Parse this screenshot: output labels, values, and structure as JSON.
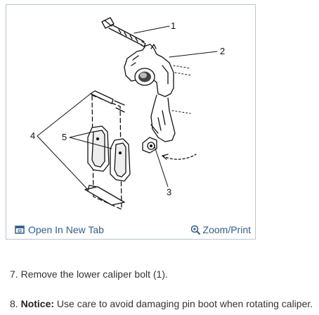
{
  "figure": {
    "callouts": {
      "c1": "1",
      "c2": "2",
      "c3": "3",
      "c4": "4",
      "c5": "5"
    },
    "toolbar": {
      "open_label": "Open In New Tab",
      "zoom_label": "Zoom/Print"
    },
    "icons": {
      "open": "open-new-tab-icon",
      "zoom": "magnifier-plus-icon"
    },
    "accent_color": "#2f5f88",
    "border_color": "#b9c4cf"
  },
  "steps": [
    {
      "number": "7.",
      "text": "Remove the lower caliper bolt (1)."
    },
    {
      "number": "8.",
      "label": "Notice:",
      "text": "Use care to avoid damaging pin boot when rotating caliper."
    }
  ]
}
